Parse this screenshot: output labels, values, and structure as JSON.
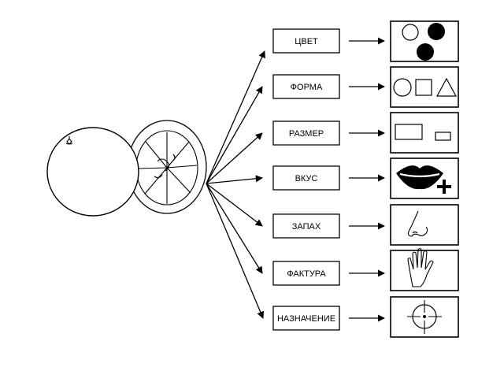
{
  "diagram": {
    "center_object": {
      "icon": "orange-fruit-icon"
    },
    "properties": [
      {
        "id": "color",
        "label": "ЦВЕТ",
        "icon": "color-circles-icon"
      },
      {
        "id": "shape",
        "label": "ФОРМА",
        "icon": "shapes-icon"
      },
      {
        "id": "size",
        "label": "РАЗМЕР",
        "icon": "size-rectangles-icon"
      },
      {
        "id": "taste",
        "label": "ВКУС",
        "icon": "lips-plus-icon"
      },
      {
        "id": "smell",
        "label": "ЗАПАХ",
        "icon": "nose-icon"
      },
      {
        "id": "texture",
        "label": "ФАКТУРА",
        "icon": "hand-icon"
      },
      {
        "id": "purpose",
        "label": "НАЗНАЧЕНИЕ",
        "icon": "crosshair-target-icon"
      }
    ]
  }
}
